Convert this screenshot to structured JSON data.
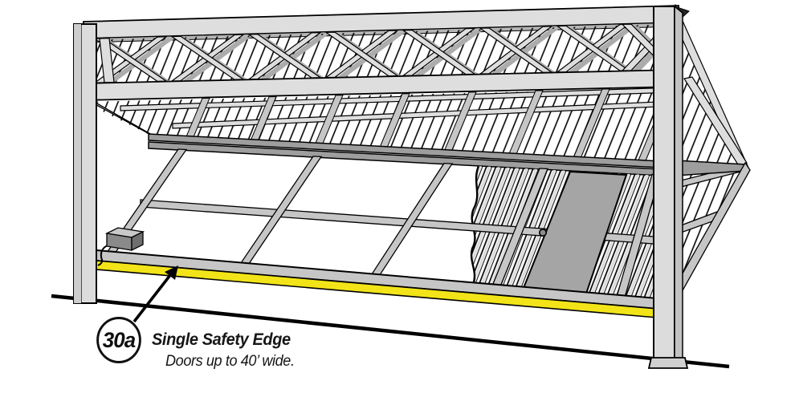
{
  "figure": {
    "callout": {
      "id": "30a",
      "title": "Single Safety Edge",
      "subtitle": "Doors up to 40’ wide."
    },
    "colors": {
      "safety_edge_yellow": "#F2E418",
      "steel_light": "#DEDEDE",
      "steel_mid": "#C6C6C6",
      "steel_side": "#C2C2C2",
      "steel_dark": "#9E9E9E",
      "steel_shadow": "#ACACAC",
      "pedestrian_door_gray": "#A5A5A5",
      "outline_black": "#000000",
      "background_white": "#FFFFFF"
    }
  }
}
